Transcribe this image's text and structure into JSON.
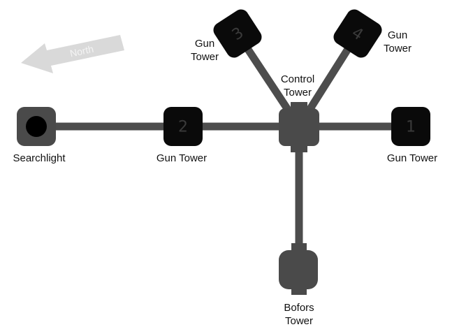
{
  "compass": {
    "label": "North"
  },
  "nodes": {
    "searchlight": {
      "label": "Searchlight"
    },
    "gun_tower_1": {
      "number": "1",
      "label": "Gun Tower"
    },
    "gun_tower_2": {
      "number": "2",
      "label": "Gun Tower"
    },
    "gun_tower_3": {
      "number": "3",
      "label_line1": "Gun",
      "label_line2": "Tower"
    },
    "gun_tower_4": {
      "number": "4",
      "label_line1": "Gun",
      "label_line2": "Tower"
    },
    "control_tower": {
      "label_line1": "Control",
      "label_line2": "Tower"
    },
    "bofors_tower": {
      "label_line1": "Bofors",
      "label_line2": "Tower"
    }
  },
  "colors": {
    "connector": "#4d4d4d",
    "tower_dark": "#0a0a0a",
    "tower_mid": "#4a4a4a",
    "arrow": "#d9d9d9"
  }
}
